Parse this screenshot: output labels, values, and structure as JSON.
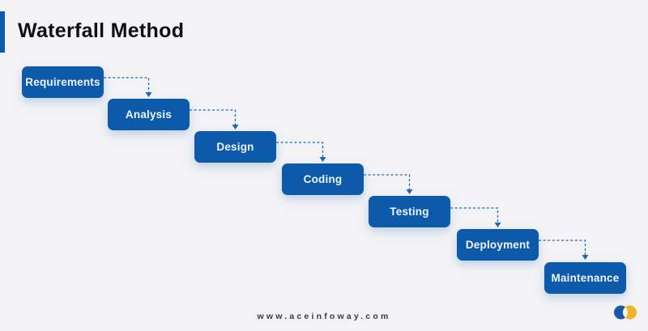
{
  "header": {
    "title": "Waterfall Method"
  },
  "stages": [
    {
      "label": "Requirements"
    },
    {
      "label": "Analysis"
    },
    {
      "label": "Design"
    },
    {
      "label": "Coding"
    },
    {
      "label": "Testing"
    },
    {
      "label": "Deployment"
    },
    {
      "label": "Maintenance"
    }
  ],
  "footer": {
    "website": "www.aceinfoway.com"
  },
  "icons": {
    "brand_logo": "overlapping-circles-icon"
  },
  "colors": {
    "background": "#f3f3f6",
    "stage_box": "#0d5aab",
    "stage_text": "#eef4fb",
    "arrow": "#2066b4",
    "title_accent_bar": "#0d5aab",
    "title_text": "#101010",
    "footer_text": "#3a3a3a",
    "logo_blue": "#1b5aa8",
    "logo_yellow": "#f2b32a"
  }
}
